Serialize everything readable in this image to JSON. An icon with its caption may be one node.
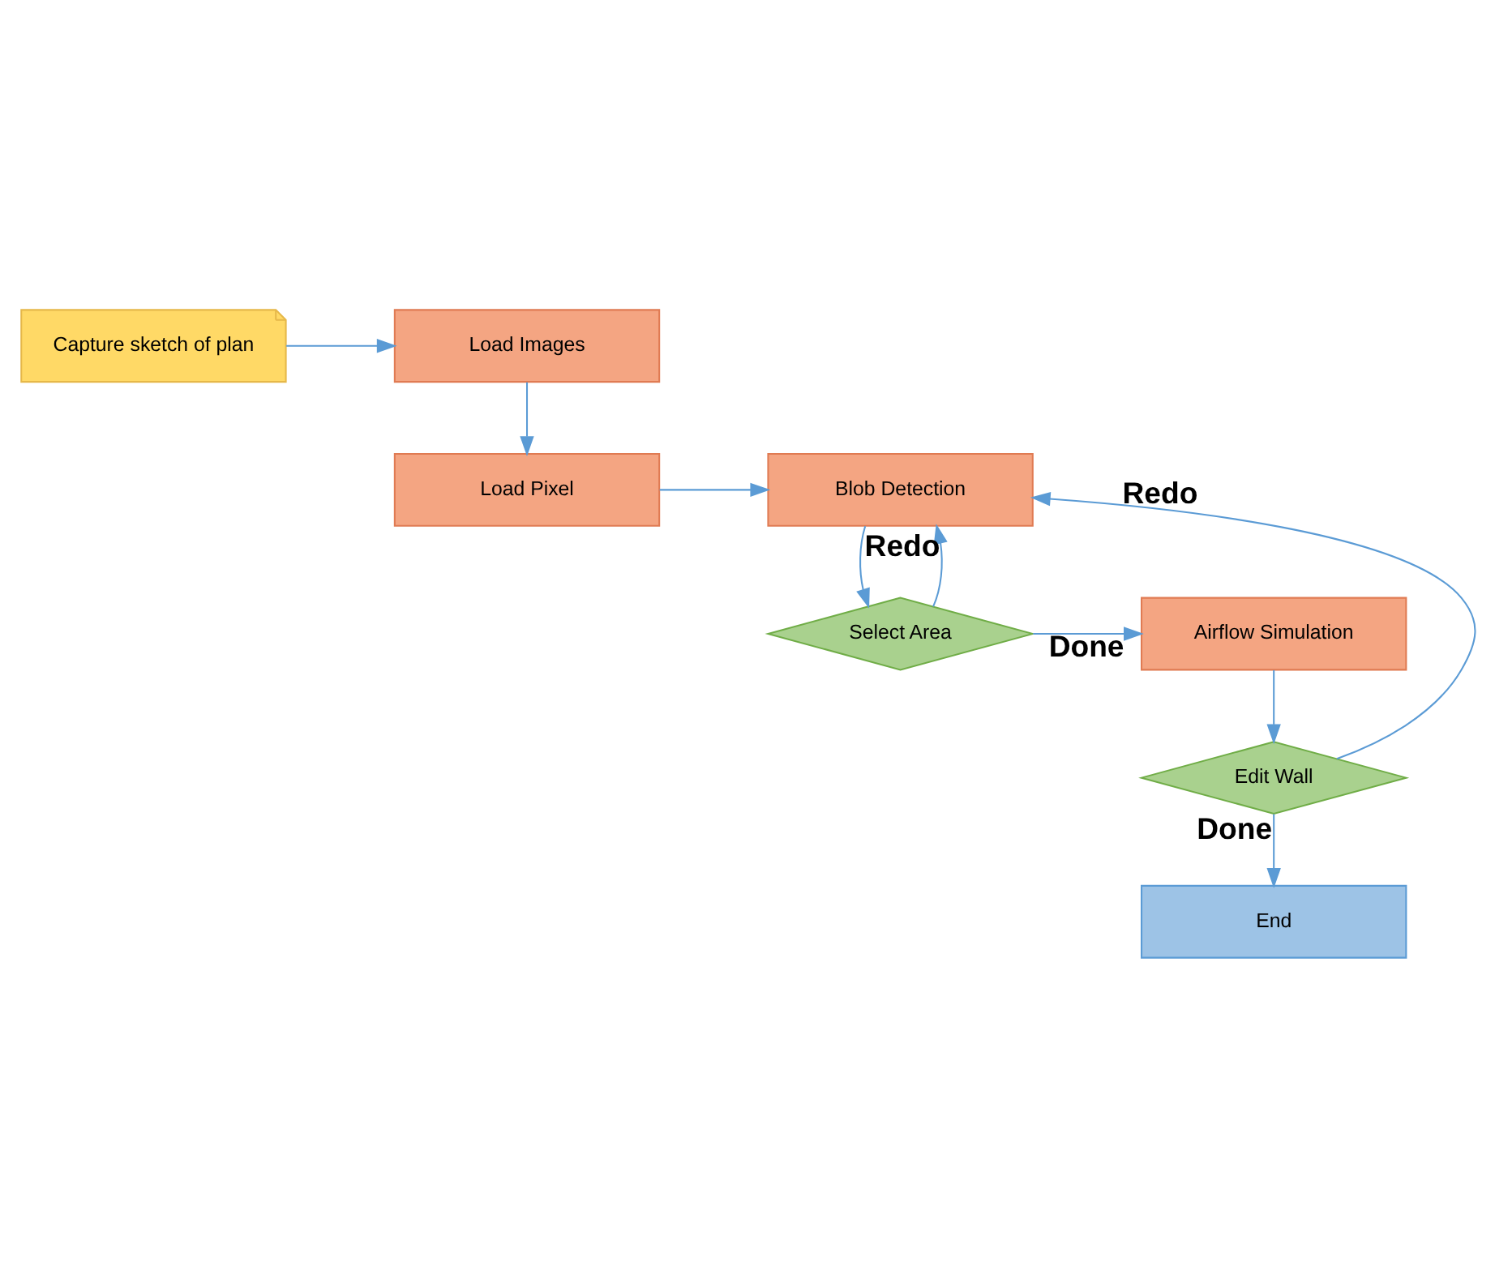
{
  "diagram": {
    "nodes": [
      {
        "text": [
          "Capture sketch of plan"
        ]
      },
      {
        "text": [
          "Load Images"
        ]
      },
      {
        "text": [
          "Load Pixel"
        ]
      },
      {
        "text": [
          "Blob Detection"
        ]
      },
      {
        "text": [
          "Select Area"
        ]
      },
      {
        "text": [
          "Airflow Simulation"
        ]
      },
      {
        "text": [
          "Edit Wall"
        ]
      },
      {
        "text": [
          "End"
        ]
      }
    ],
    "edges": [
      {
        "from": 0,
        "to": 1,
        "arrow": "to"
      },
      {
        "from": 1,
        "to": 2,
        "arrow": "to"
      },
      {
        "from": 2,
        "to": 3,
        "arrow": "to"
      },
      {
        "from": 3,
        "to": 4,
        "arrow": "to"
      },
      {
        "from": 4,
        "to": 5,
        "arrow": "to",
        "label": "Done"
      },
      {
        "from": 4,
        "to": 3,
        "arrow": "to",
        "label": "Redo"
      },
      {
        "from": 5,
        "to": 6,
        "arrow": "to"
      },
      {
        "from": 6,
        "to": 3,
        "arrow": "to",
        "label": "Redo"
      },
      {
        "from": 6,
        "to": 7,
        "arrow": "to",
        "label": "Done"
      }
    ]
  }
}
